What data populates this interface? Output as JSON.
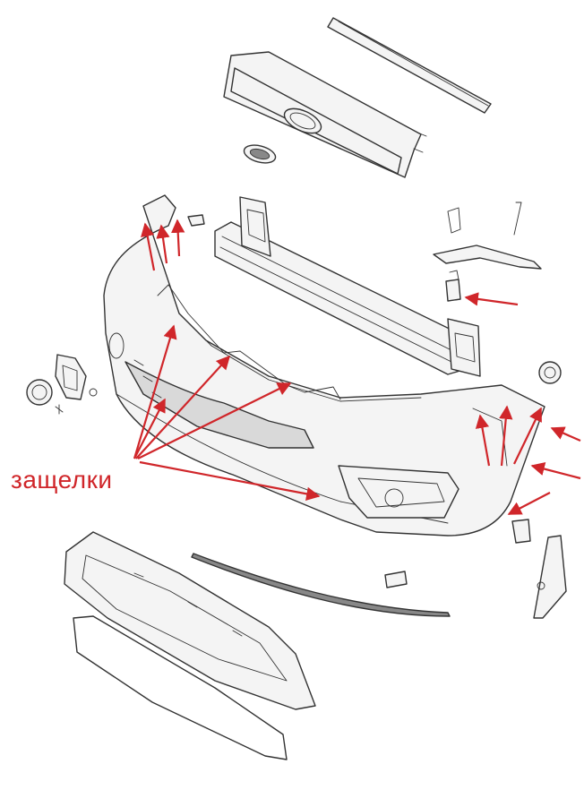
{
  "diagram": {
    "callout_label": "защелки",
    "accent_color": "#d0262a",
    "line_color": "#333333",
    "parts": [
      "upper-trim-strip",
      "upper-grille",
      "emblem-badge",
      "emblem-small",
      "bumper-beam",
      "left-bracket",
      "right-bracket",
      "bumper-cover",
      "fog-lamp-bezel",
      "fog-ring",
      "lower-grille-frame",
      "lower-grille-mesh",
      "lower-trim-strip",
      "side-trim-right",
      "clips"
    ]
  }
}
